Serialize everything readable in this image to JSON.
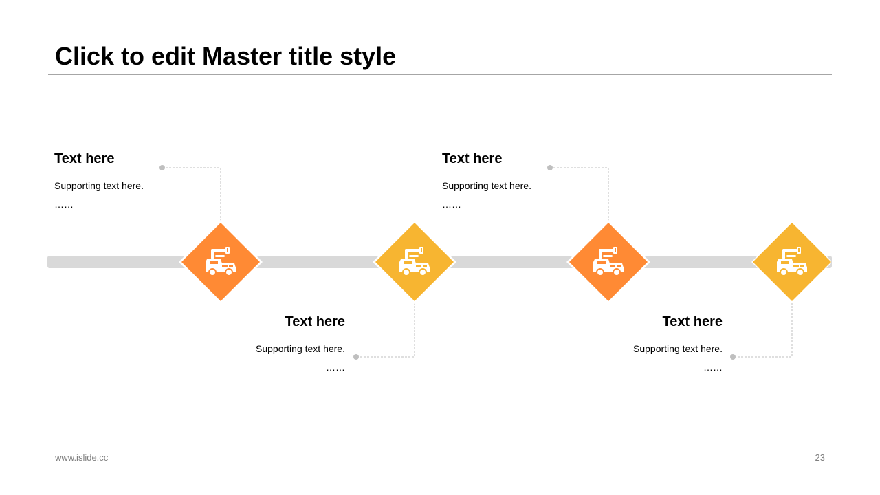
{
  "slide": {
    "title": "Click to edit Master title style",
    "footer_url": "www.islide.cc",
    "page_number": "23"
  },
  "colors": {
    "orange": "#ff8a34",
    "yellow": "#f7b531",
    "track": "#d9d9d9",
    "connector": "#bfbfbf"
  },
  "steps": [
    {
      "heading": "Text here",
      "support": "Supporting text here.",
      "dots": "……",
      "icon": "crane-truck-icon",
      "color": "orange"
    },
    {
      "heading": "Text here",
      "support": "Supporting text here.",
      "dots": "……",
      "icon": "crane-truck-icon",
      "color": "yellow"
    },
    {
      "heading": "Text here",
      "support": "Supporting text here.",
      "dots": "……",
      "icon": "crane-truck-icon",
      "color": "orange"
    },
    {
      "heading": "Text here",
      "support": "Supporting text here.",
      "dots": "……",
      "icon": "crane-truck-icon",
      "color": "yellow"
    }
  ]
}
